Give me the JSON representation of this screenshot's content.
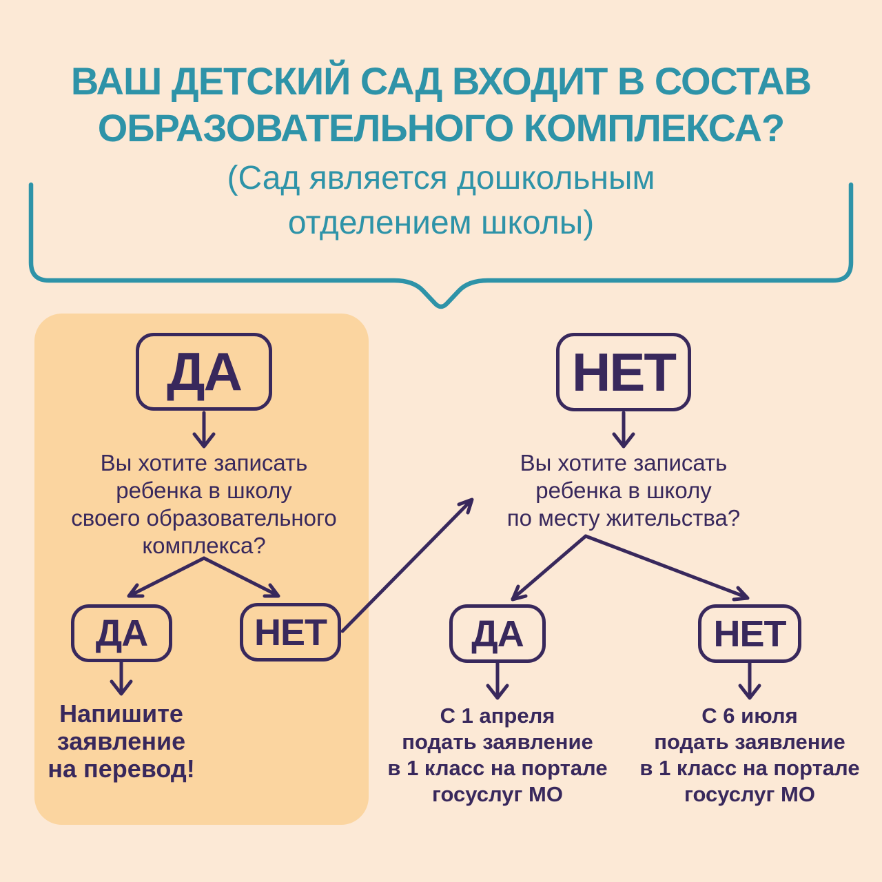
{
  "colors": {
    "bg": "#fce9d6",
    "panel": "#fbd5a0",
    "teal": "#2e93a8",
    "purple": "#38285c"
  },
  "title": {
    "main": "ВАШ ДЕТСКИЙ САД ВХОДИТ В СОСТАВ\nОБРАЗОВАТЕЛЬНОГО КОМПЛЕКСА?",
    "subtitle": "(Сад является дошкольным\nотделением школы)"
  },
  "flow": {
    "yes_branch": {
      "label": "ДА",
      "question": "Вы хотите записать\nребенка в школу\nсвоего образовательного\nкомплекса?",
      "yes_label": "ДА",
      "no_label": "НЕТ",
      "yes_result": "Напишите\nзаявление\nна перевод!"
    },
    "no_branch": {
      "label": "НЕТ",
      "question": "Вы хотите записать\nребенка в школу\nпо месту жительства?",
      "yes_label": "ДА",
      "no_label": "НЕТ",
      "yes_result": "С 1 апреля\nподать заявление\nв 1 класс на портале\nгосуслуг МО",
      "no_result": "С 6 июля\nподать заявление\nв 1 класс на портале\nгосуслуг МО"
    }
  }
}
